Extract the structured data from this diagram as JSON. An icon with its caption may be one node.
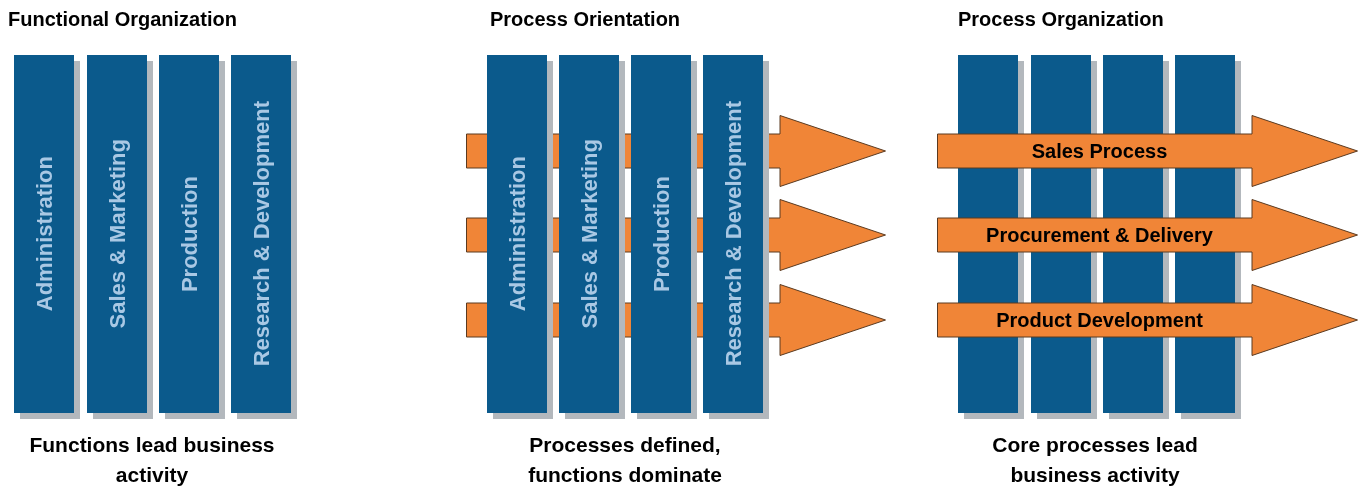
{
  "diagram": {
    "nodes": [
      {
        "text": [
          "Administration"
        ]
      },
      {
        "text": [
          "Sales & Marketing"
        ]
      },
      {
        "text": [
          "Production"
        ]
      },
      {
        "text": [
          "Research & Development"
        ]
      },
      {
        "text": [
          "Administration"
        ]
      },
      {
        "text": [
          "Sales & Marketing"
        ]
      },
      {
        "text": [
          "Production"
        ]
      },
      {
        "text": [
          "Research & Development"
        ]
      },
      {
        "text": [],
        "shape": "arrow"
      },
      {
        "text": [],
        "shape": "arrow"
      },
      {
        "text": [],
        "shape": "arrow"
      },
      {
        "text": [],
        "shape": "bar"
      },
      {
        "text": [],
        "shape": "bar"
      },
      {
        "text": [],
        "shape": "bar"
      },
      {
        "text": [],
        "shape": "bar"
      },
      {
        "text": [
          "Sales Process"
        ]
      },
      {
        "text": [
          "Procurement & Delivery"
        ]
      },
      {
        "text": [
          "Product Development"
        ]
      }
    ],
    "labels": [
      "Functional Organization",
      "Process Orientation",
      "Process Organization",
      "Functions lead business activity",
      "Processes defined, functions dominate",
      "Core processes lead business activity"
    ]
  }
}
